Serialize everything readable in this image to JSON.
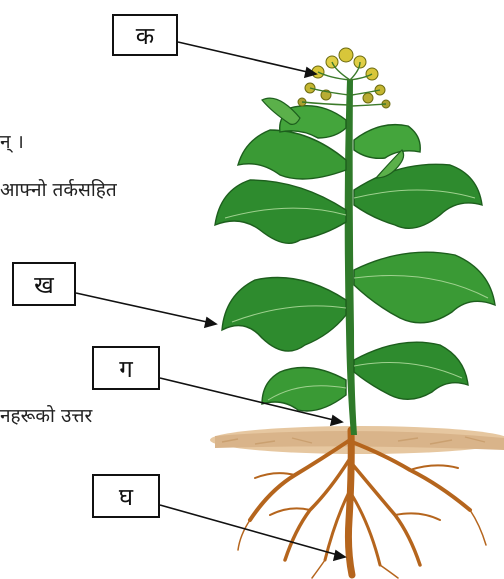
{
  "text_fragments": {
    "line1": "न् ।",
    "line2": "आफ्नो तर्कसहित",
    "line3": "नहरूको उत्तर"
  },
  "labels": {
    "ka": "क",
    "kha": "ख",
    "ga": "ग",
    "gha": "घ"
  },
  "colors": {
    "leaf": "#2e8b2e",
    "leaf_dark": "#1d5e1d",
    "stem": "#2f7a2a",
    "root": "#b5651d",
    "soil": "#d9b48a",
    "flower": "#d8c63a"
  }
}
